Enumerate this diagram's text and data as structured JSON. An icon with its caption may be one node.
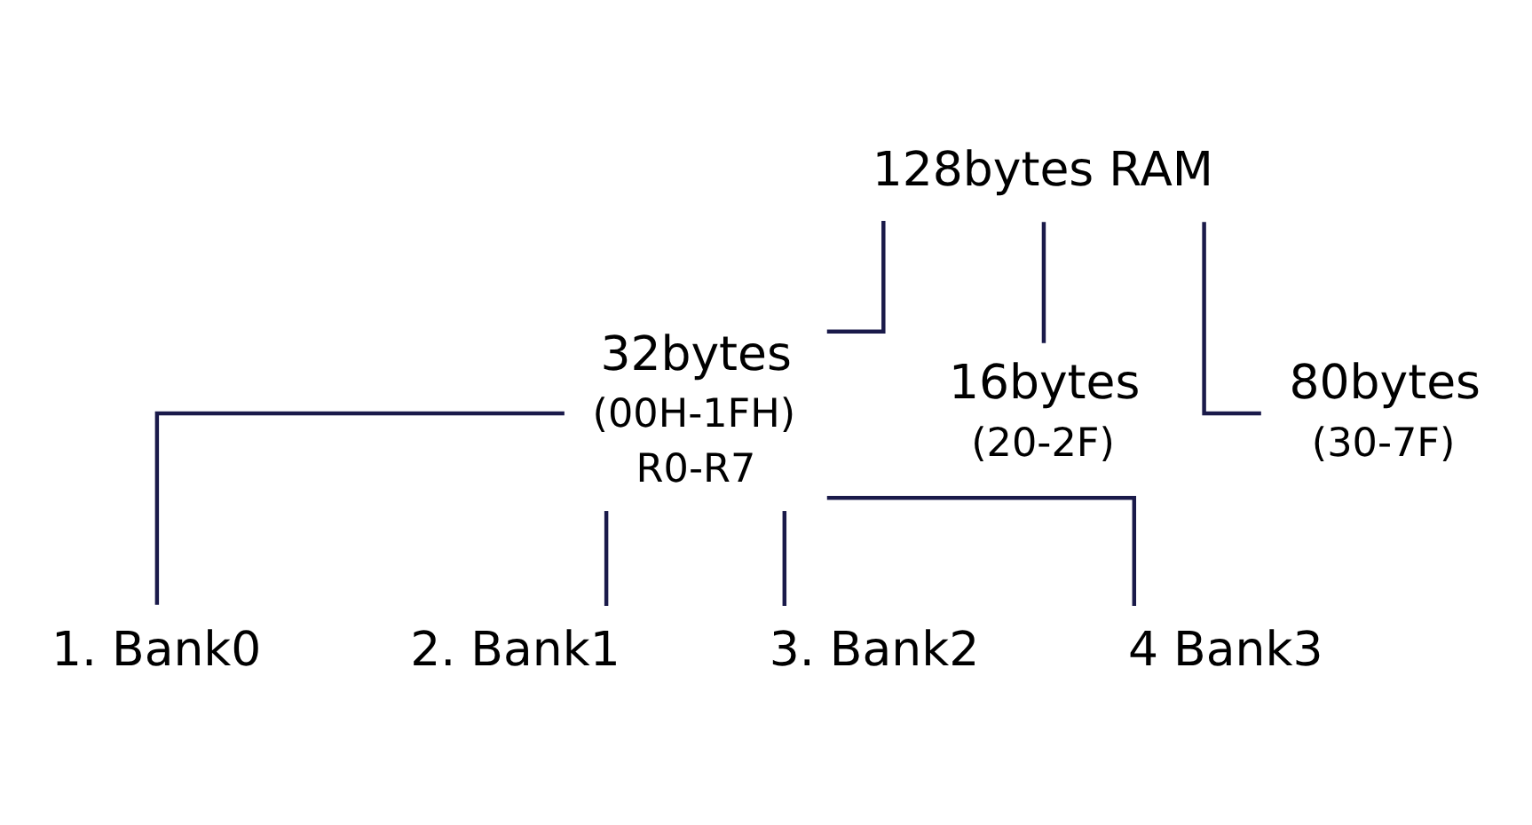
{
  "diagram": {
    "nodes": [
      {
        "text": [
          "128bytes RAM"
        ]
      },
      {
        "text": [
          "32bytes"
        ],
        "beside": [
          "(00H-1FH)",
          "R0-R7"
        ]
      },
      {
        "text": [
          "16bytes"
        ],
        "beside": [
          "(20-2F)"
        ]
      },
      {
        "text": [
          "80bytes"
        ],
        "beside": [
          "(30-7F)"
        ]
      },
      {
        "text": [
          "1. Bank0"
        ]
      },
      {
        "text": [
          "2. Bank1"
        ]
      },
      {
        "text": [
          "3. Bank2"
        ]
      },
      {
        "text": [
          "4 Bank3"
        ]
      }
    ],
    "edges": [
      {
        "from": 0,
        "to": 1,
        "arrow": "none"
      },
      {
        "from": 0,
        "to": 2,
        "arrow": "none"
      },
      {
        "from": 0,
        "to": 3,
        "arrow": "none"
      },
      {
        "from": 1,
        "to": 4,
        "arrow": "none"
      },
      {
        "from": 1,
        "to": 5,
        "arrow": "none"
      },
      {
        "from": 1,
        "to": 6,
        "arrow": "none"
      },
      {
        "from": 1,
        "to": 7,
        "arrow": "none"
      }
    ]
  }
}
